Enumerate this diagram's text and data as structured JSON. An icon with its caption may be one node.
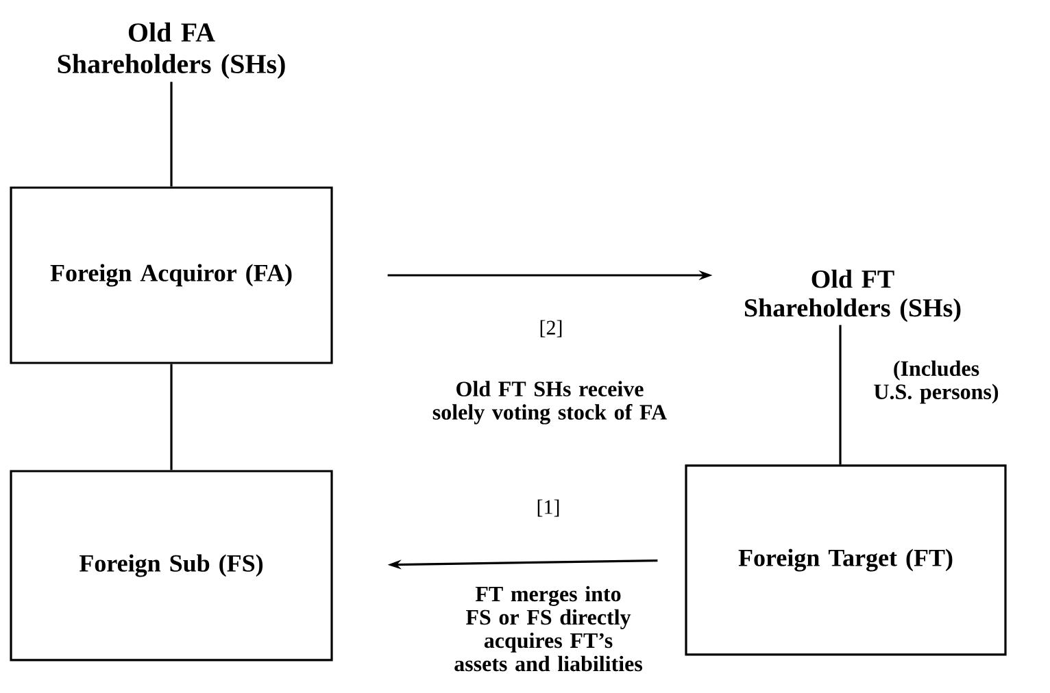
{
  "diagram": {
    "nodes": [
      {
        "text": [
          "Old FA Shareholders (SHs)"
        ]
      },
      {
        "text": [
          "Foreign Acquiror (FA)"
        ]
      },
      {
        "text": [
          "Old FT Shareholders (SHs)"
        ],
        "beside": [
          "(Includes U.S. persons)"
        ]
      },
      {
        "text": [
          "Foreign Sub (FS)"
        ]
      },
      {
        "text": [
          "Foreign Target (FT)"
        ]
      }
    ],
    "edges": [
      {
        "from": 0,
        "to": 1,
        "arrow": "none"
      },
      {
        "from": 1,
        "to": 3,
        "arrow": "none"
      },
      {
        "from": 1,
        "to": 2,
        "arrow": "to",
        "label": "[2]"
      },
      {
        "from": 2,
        "to": 4,
        "arrow": "none"
      },
      {
        "from": 4,
        "to": 3,
        "arrow": "to",
        "label": "[1]"
      }
    ],
    "labels": [
      "Old FT SHs receive solely voting stock of FA",
      "FT merges into FS or FS directly acquires FT’s assets and liabilities"
    ]
  }
}
